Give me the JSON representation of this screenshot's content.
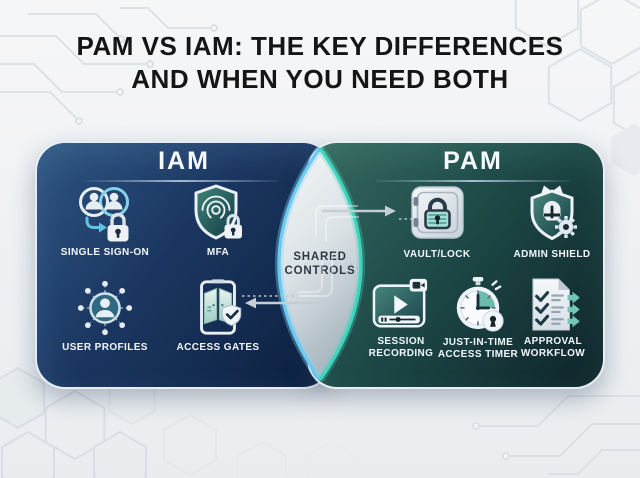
{
  "title": {
    "line1": "PAM VS IAM: THE KEY DIFFERENCES",
    "line2": "AND WHEN YOU NEED BOTH"
  },
  "iam_panel": {
    "title": "IAM",
    "items": [
      {
        "label": "SINGLE SIGN-ON",
        "icon": "sso-icon"
      },
      {
        "label": "MFA",
        "icon": "mfa-shield-fingerprint-icon"
      },
      {
        "label": "USER PROFILES",
        "icon": "user-profiles-network-icon"
      },
      {
        "label": "ACCESS GATES",
        "icon": "access-gates-icon"
      }
    ]
  },
  "pam_panel": {
    "title": "PAM",
    "items": [
      {
        "label": "VAULT/LOCK",
        "icon": "vault-lock-icon"
      },
      {
        "label": "ADMIN SHIELD",
        "icon": "admin-shield-icon"
      },
      {
        "label": "SESSION\nRECORDING",
        "icon": "session-recording-icon"
      },
      {
        "label": "JUST-IN-TIME\nACCESS TIMER",
        "icon": "jit-access-timer-icon"
      },
      {
        "label": "APPROVAL\nWORKFLOW",
        "icon": "approval-workflow-icon"
      }
    ]
  },
  "center": {
    "label": "SHARED\nCONTROLS"
  },
  "colors": {
    "background": "#eef1f4",
    "title_text": "#141517",
    "iam_panel_light": "#2e5480",
    "iam_panel_dark": "#0c1f3e",
    "pam_panel_light": "#37695f",
    "pam_panel_dark": "#0e2329",
    "lens_edge_left": "#6cc9ef",
    "lens_edge_right": "#3ed4bd",
    "label_text": "#f3f6f9"
  }
}
